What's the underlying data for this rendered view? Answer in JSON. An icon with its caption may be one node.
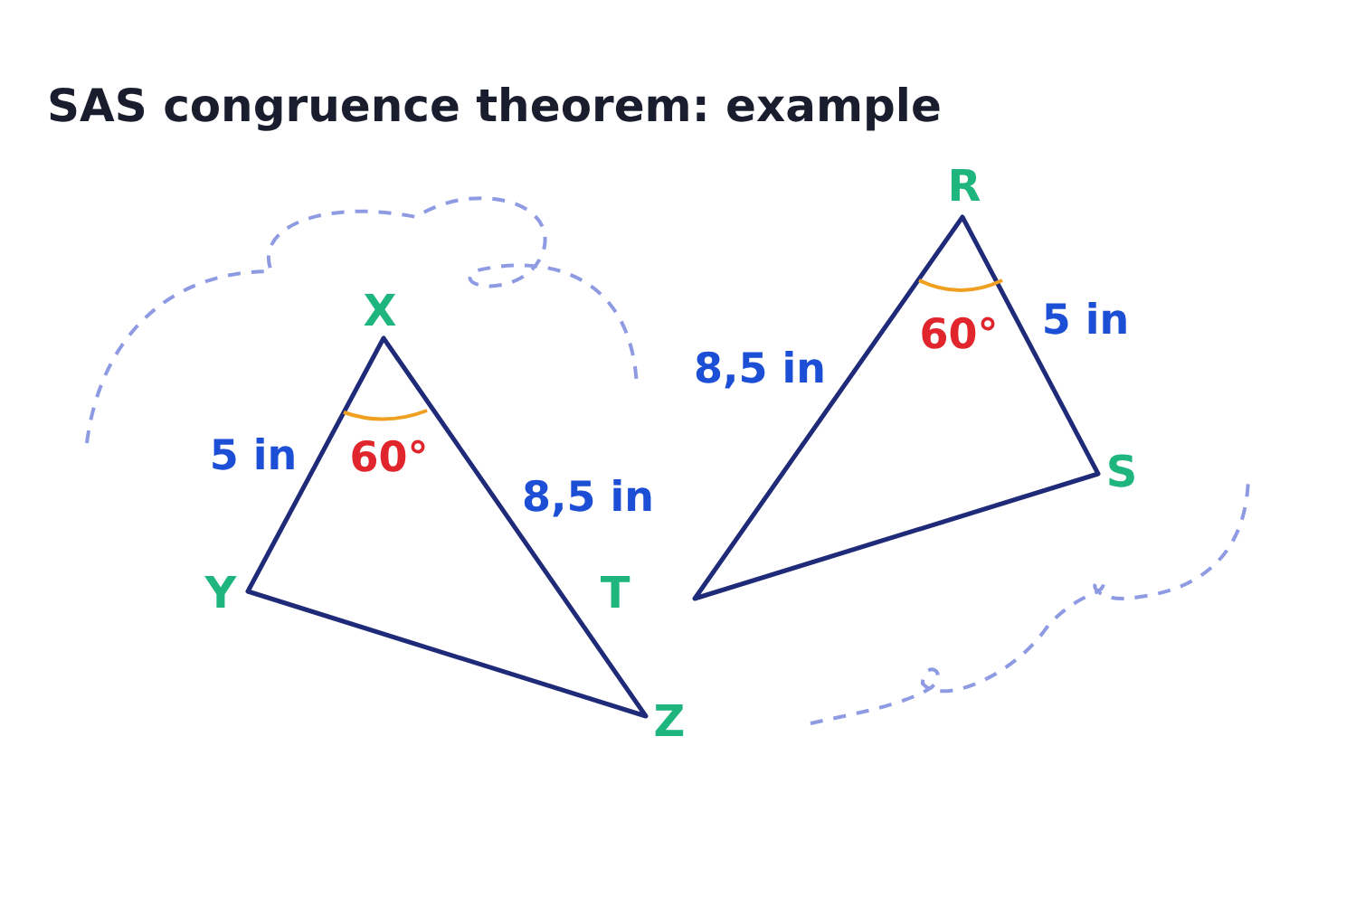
{
  "diagram": {
    "title": "SAS congruence theorem: example",
    "labels": [
      "R",
      "X",
      "5 in",
      "60°",
      "8,5 in",
      "5 in",
      "60°",
      "S",
      "8,5 in",
      "Y",
      "T",
      "Z"
    ]
  }
}
